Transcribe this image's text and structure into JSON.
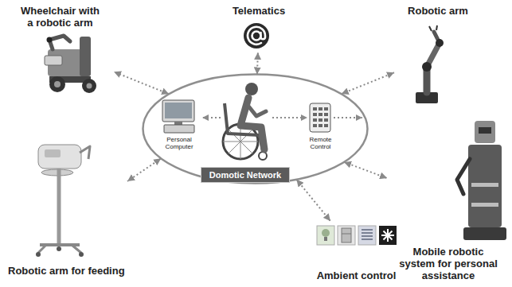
{
  "diagram": {
    "nodes": [
      {
        "text": [
          "Wheelchair with a robotic arm"
        ]
      },
      {
        "text": [
          "Telematics"
        ]
      },
      {
        "text": [
          "Robotic arm"
        ]
      },
      {
        "text": [
          "Domotic Network"
        ]
      },
      {
        "text": [
          "Personal Computer"
        ],
        "in": 3
      },
      {
        "text": [
          "Remote Control"
        ],
        "in": 3
      },
      {
        "text": [
          "Robotic arm for feeding"
        ]
      },
      {
        "text": [
          "Mobile robotic system for personal assistance"
        ]
      },
      {
        "text": [
          "Ambient control"
        ]
      }
    ],
    "edges": [
      {
        "from": 3,
        "to": 0,
        "arrow": "both"
      },
      {
        "from": 3,
        "to": 1,
        "arrow": "both"
      },
      {
        "from": 3,
        "to": 2,
        "arrow": "both"
      },
      {
        "from": 3,
        "to": 6,
        "arrow": "both"
      },
      {
        "from": 3,
        "to": 7,
        "arrow": "both"
      },
      {
        "from": 3,
        "to": 8,
        "arrow": "both"
      }
    ]
  }
}
